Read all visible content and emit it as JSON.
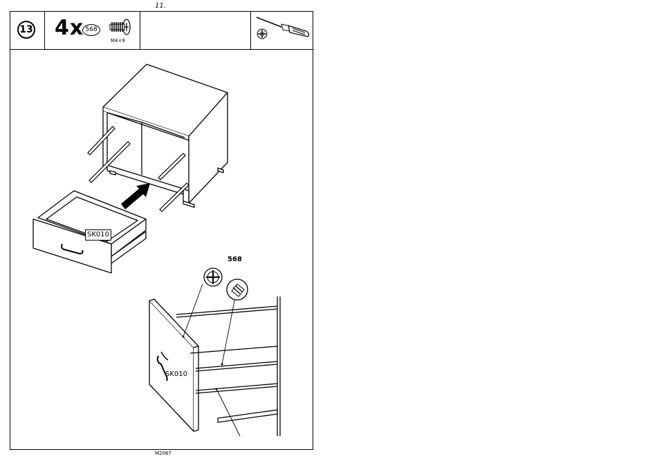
{
  "page": {
    "number": "11.",
    "code": "M2067"
  },
  "header": {
    "step_number": "13",
    "quantity": "4x",
    "part_number": "568",
    "screw_size": "M4×9"
  },
  "labels": {
    "drawer_label_main": "SK010",
    "drawer_label_detail": "SK010",
    "detail_part_number": "568"
  },
  "icons": {
    "screw": "screw-icon",
    "screwdriver": "screwdriver-icon",
    "phillips": "phillips-head-icon",
    "arrow": "insert-arrow-icon"
  }
}
